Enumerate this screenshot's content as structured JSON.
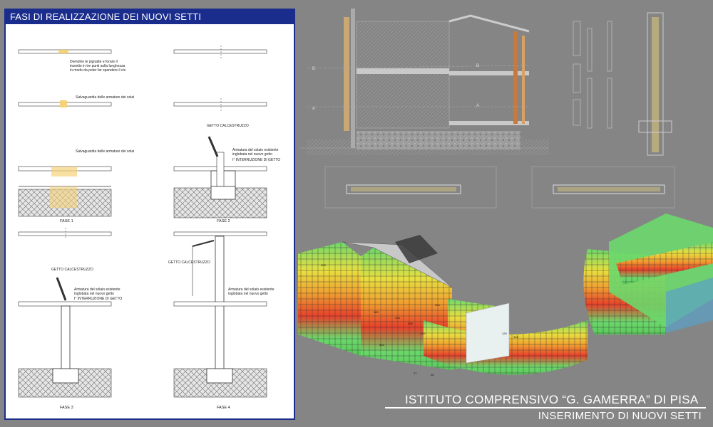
{
  "sheet": {
    "title": "FASI DI REALIZZAZIONE DEI NUOVI SETTI",
    "notes": {
      "demolish_1": "Demolire le pignatte e forare il",
      "demolish_2": "travetto in tre punti sulla lunghezza",
      "demolish_3": "in modo da poter far spandere il cls",
      "protect": "Salvaguardia delle armature dei solai",
      "getto": "GETTO CALCESTRUZZO",
      "armatura_1": "Armatura del solaio esistente",
      "armatura_2": "inglobata nel nuovo getto",
      "interruzione": "I° INTERRUZIONE DI GETTO"
    },
    "phases": [
      "FASE 1",
      "FASE 2",
      "FASE 3",
      "FASE 4"
    ]
  },
  "drawings": {
    "section_marks": [
      "B",
      "A",
      "B",
      "A"
    ]
  },
  "bim": {
    "panel_numbers": [
      "203",
      "204",
      "129",
      "128",
      "100",
      "104",
      "105",
      "503",
      "107",
      "27",
      "26"
    ]
  },
  "footer": {
    "title": "ISTITUTO COMPRENSIVO  “G. GAMERRA” DI PISA",
    "subtitle": "INSERIMENTO DI NUOVI SETTI"
  },
  "colors": {
    "sheet_blue": "#1a2d8c",
    "background": "#858585",
    "model_green": "#6bd86b",
    "model_red": "#e8402a",
    "model_orange": "#f0a030",
    "model_yellow": "#e8e040"
  }
}
